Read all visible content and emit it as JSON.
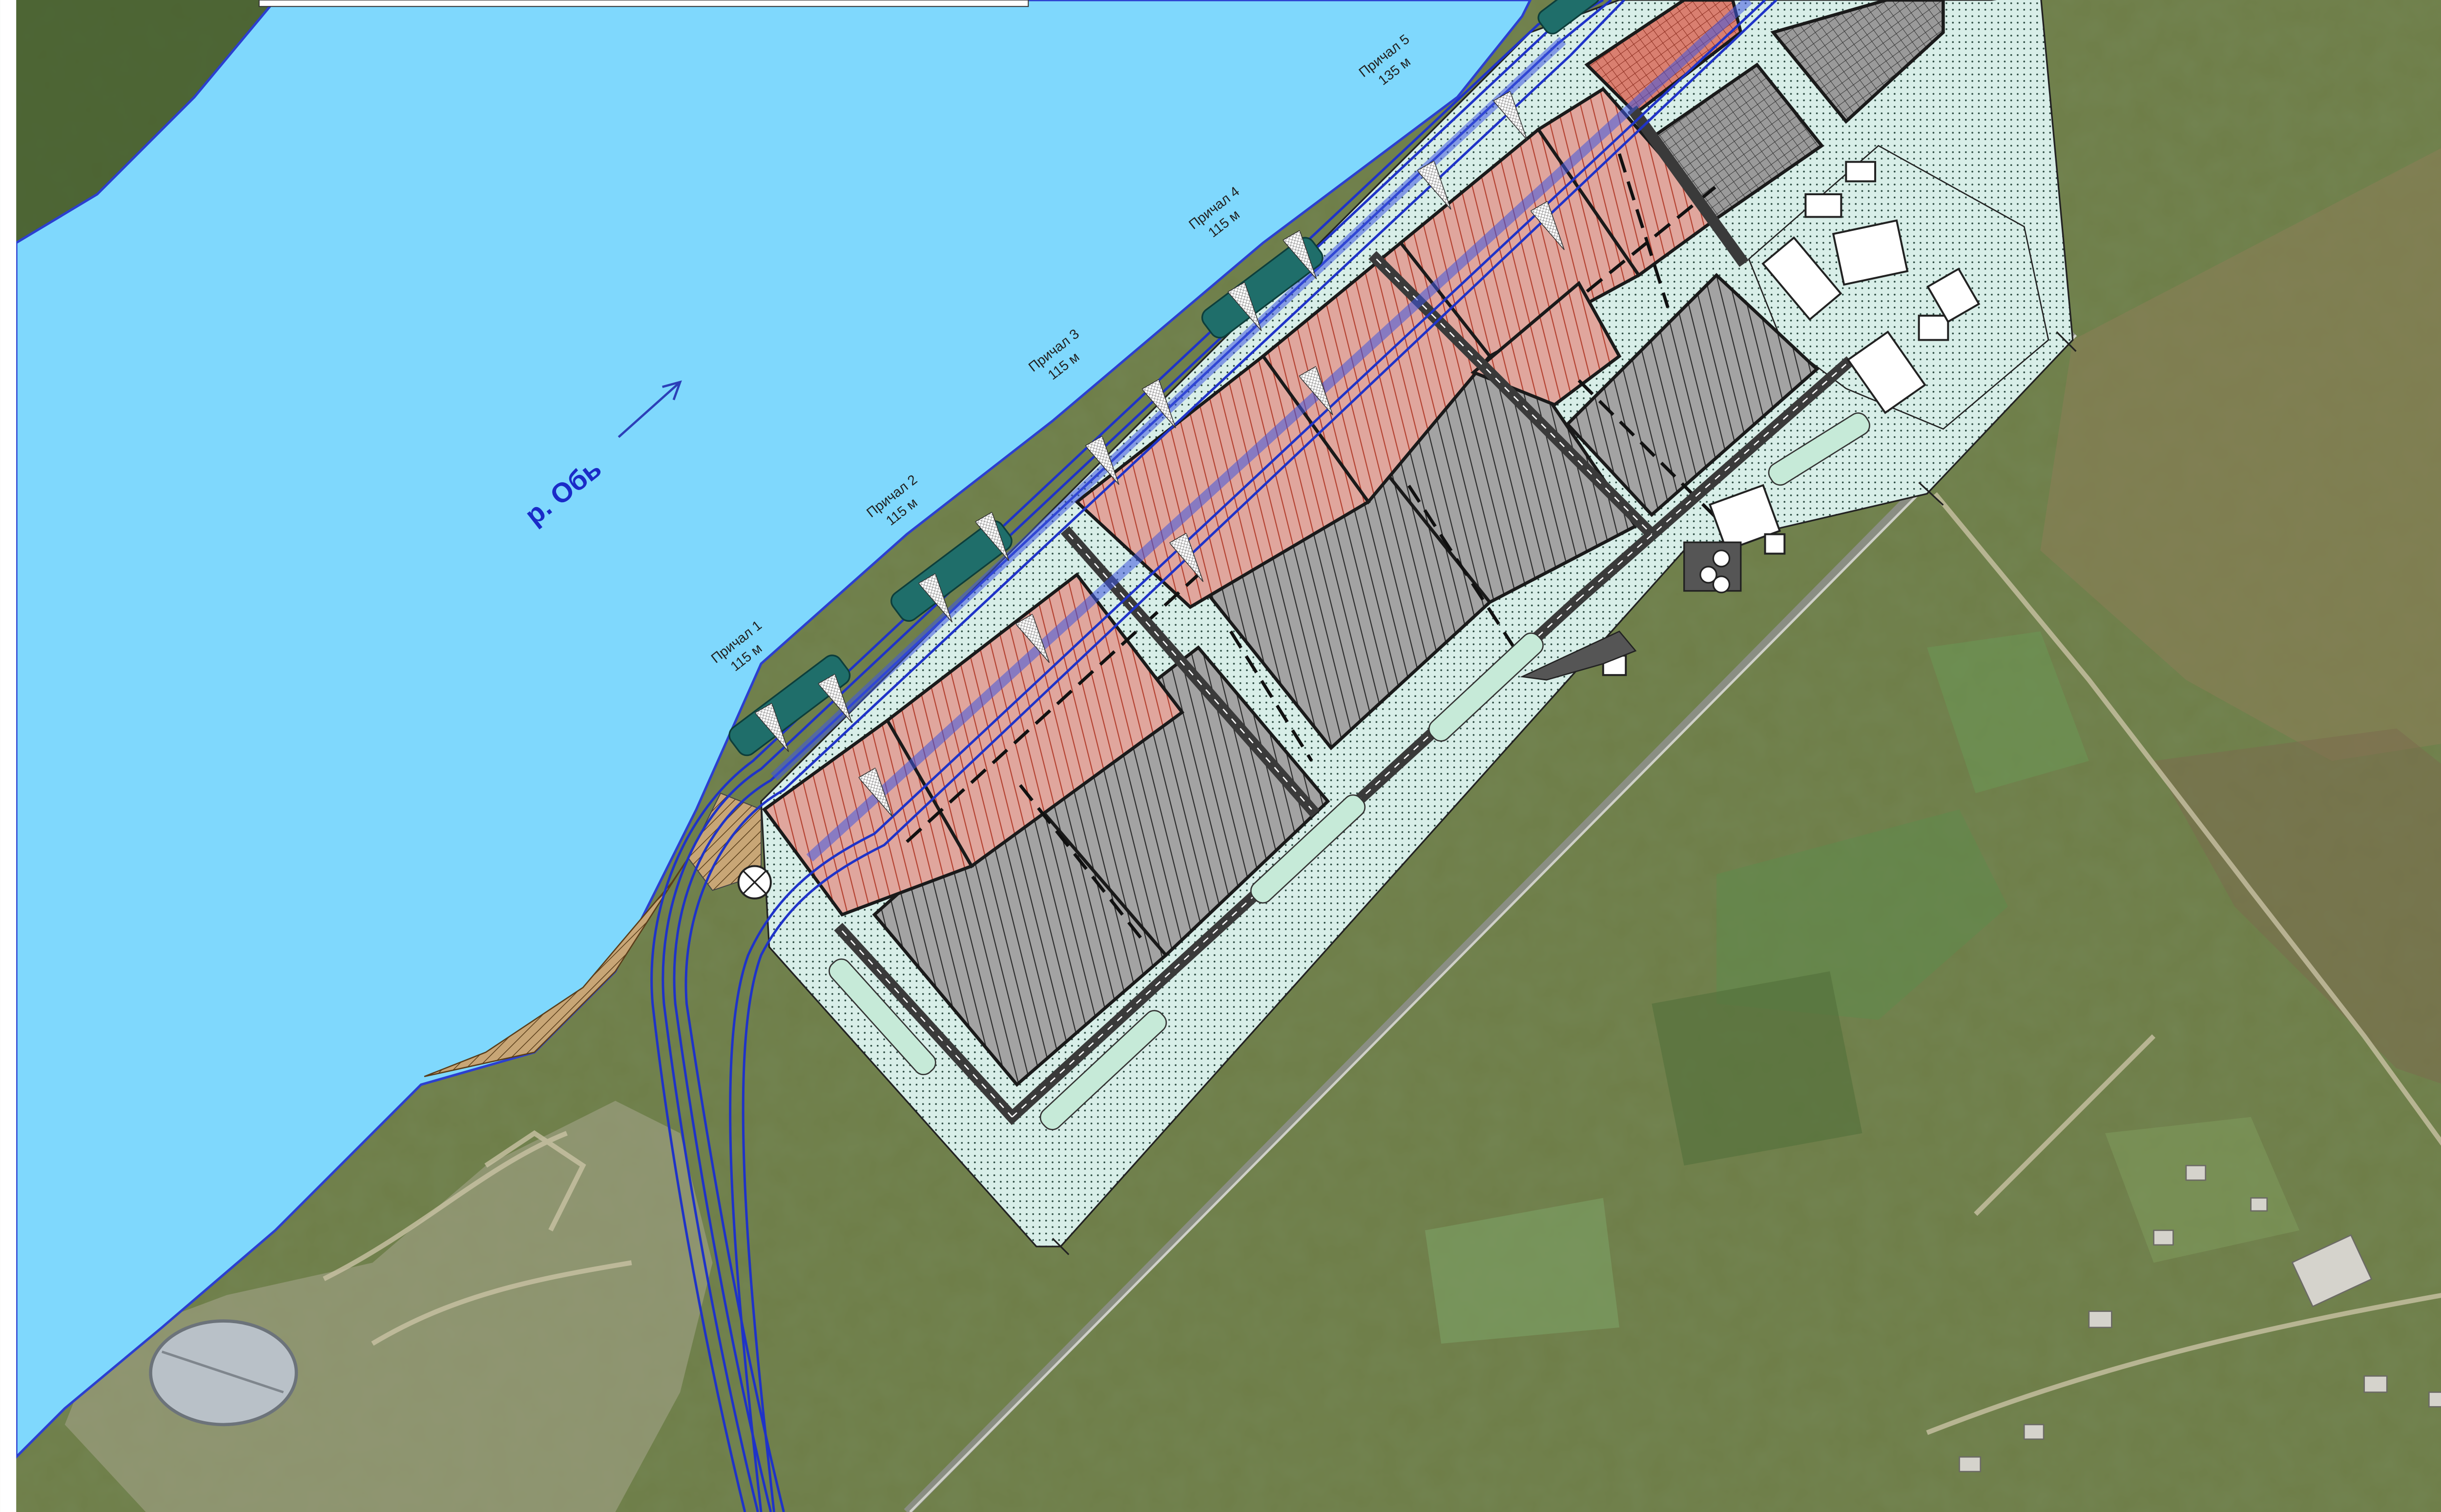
{
  "river": {
    "name": "р. Обь"
  },
  "colors": {
    "water": "#7fd8fd",
    "pier": "#1f6e6a",
    "rail": "#1f33c8",
    "storage_gray": "#9c9c9c",
    "storage_red": "#d9958c",
    "land": "#d8eee8"
  },
  "piers": [
    {
      "name": "Причал 1",
      "length": "115 м"
    },
    {
      "name": "Причал 2",
      "length": "115 м"
    },
    {
      "name": "Причал 3",
      "length": "115 м"
    },
    {
      "name": "Причал 4",
      "length": "115 м"
    },
    {
      "name": "Причал 5",
      "length": "135 м"
    }
  ]
}
